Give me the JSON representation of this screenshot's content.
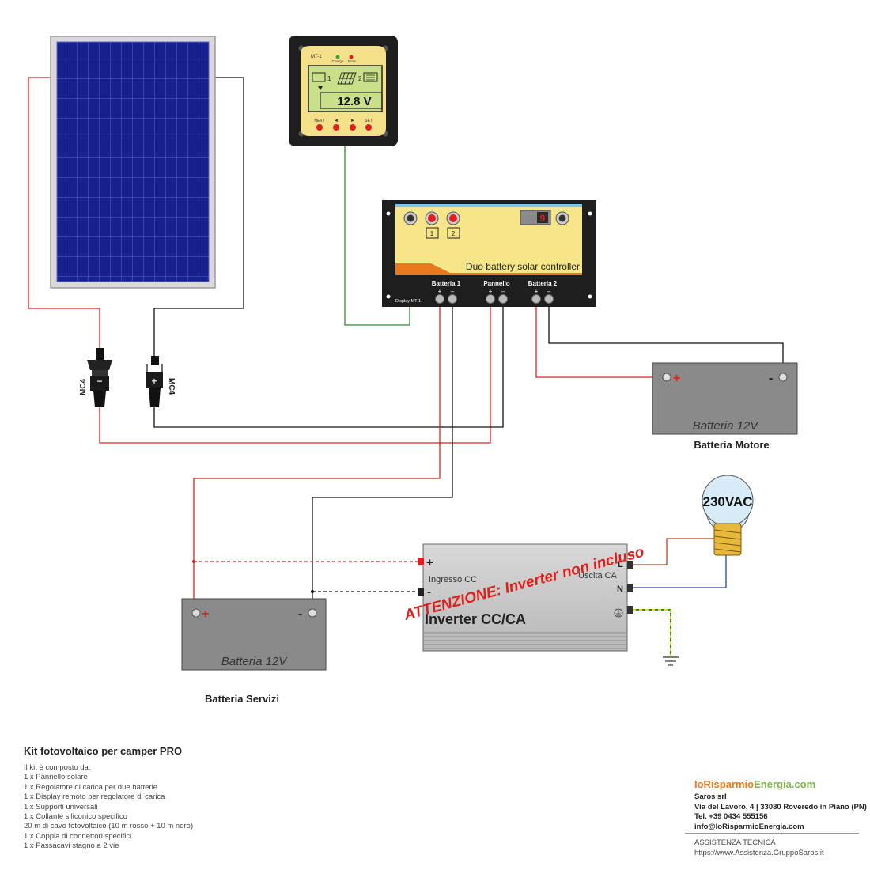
{
  "display": {
    "model": "MT-1",
    "led_charge": "Charge",
    "led_error": "Error",
    "reading": "12.8 V",
    "bat1": "1",
    "bat2": "2",
    "btn_next": "NEXT",
    "btn_left": "◄",
    "btn_right": "►",
    "btn_set": "SET"
  },
  "controller": {
    "title": "Duo battery solar controller",
    "digit": "9",
    "bat1": "1",
    "bat2": "2",
    "port_display": "Display MT-1",
    "term_batteria1": "Batteria 1",
    "term_pannello": "Pannello",
    "term_batteria2": "Batteria 2",
    "plus": "+",
    "minus": "–"
  },
  "connectors": {
    "left": "MC4",
    "right": "MC4"
  },
  "battery_motore": {
    "label": "Batteria 12V",
    "caption": "Batteria Motore",
    "plus": "+",
    "minus": "-"
  },
  "battery_servizi": {
    "label": "Batteria 12V",
    "caption": "Batteria Servizi",
    "plus": "+",
    "minus": "-"
  },
  "inverter": {
    "title": "Inverter CC/CA",
    "input_label": "Ingresso CC",
    "output_label": "Uscita CA",
    "plus": "+",
    "minus": "-",
    "L": "L",
    "N": "N",
    "warning": "ATTENZIONE: Inverter non incluso"
  },
  "lamp": {
    "label": "230VAC"
  },
  "kit": {
    "title": "Kit fotovoltaico per camper PRO",
    "intro": "Il kit è composto da:",
    "items": [
      "1 x Pannello solare",
      "1 x Regolatore di carica per due batterie",
      "1 x Display remoto per regolatore di carica",
      "1 x Supporti universali",
      "1 x Collante siliconico specifico",
      "20 m di cavo fotovoltaico (10 m rosso + 10 m nero)",
      "1 x Coppia di connettori specifici",
      "1 x Passacavi stagno a 2 vie"
    ]
  },
  "brand": {
    "part1": "IoRisparmio",
    "part2": "Energia",
    "part3": ".com",
    "company": "Saros srl",
    "address": "Via del Lavoro, 4 | 33080 Roveredo in Piano (PN)",
    "tel": "Tel. +39 0434 555156",
    "email": "info@IoRisparmioEnergia.com",
    "assist_title": "ASSISTENZA TECNICA",
    "assist_url": "https://www.Assistenza.GruppoSaros.it"
  },
  "colors": {
    "wire_red": "#e02020",
    "wire_black": "#111111",
    "wire_green": "#2e8b2e",
    "wire_blue": "#2a3fb0",
    "wire_brown": "#b0461c",
    "panel_blue": "#16208f",
    "battery_gray": "#8a8a8a",
    "lcd_green": "#c8e08a",
    "display_yellow": "#f5e08a",
    "warning_red": "#e0201b"
  }
}
